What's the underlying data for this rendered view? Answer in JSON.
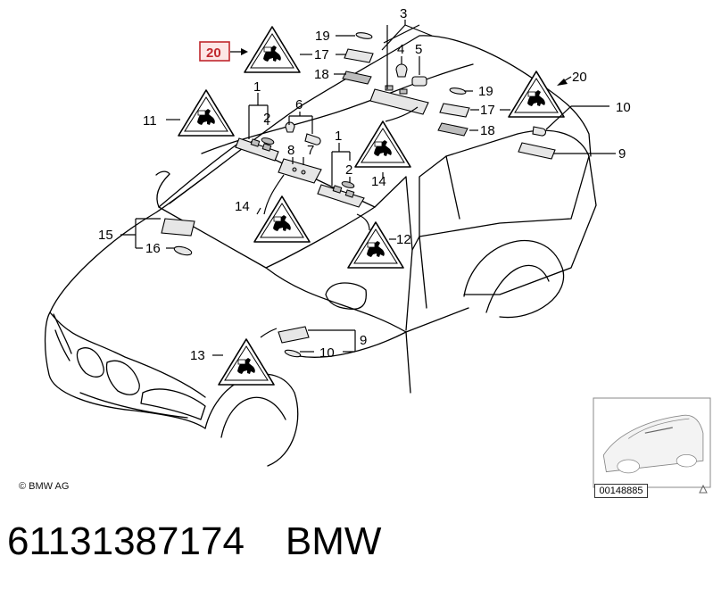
{
  "diagram": {
    "callouts": [
      {
        "id": "c1a",
        "text": "1"
      },
      {
        "id": "c1b",
        "text": "1"
      },
      {
        "id": "c2a",
        "text": "2"
      },
      {
        "id": "c2b",
        "text": "2"
      },
      {
        "id": "c3",
        "text": "3"
      },
      {
        "id": "c4",
        "text": "4"
      },
      {
        "id": "c5",
        "text": "5"
      },
      {
        "id": "c6",
        "text": "6"
      },
      {
        "id": "c7",
        "text": "7"
      },
      {
        "id": "c8",
        "text": "8"
      },
      {
        "id": "c9",
        "text": "9"
      },
      {
        "id": "c10",
        "text": "10"
      },
      {
        "id": "c11",
        "text": "11"
      },
      {
        "id": "c12",
        "text": "12"
      },
      {
        "id": "c13a",
        "text": "13"
      },
      {
        "id": "c13b",
        "text": "13"
      },
      {
        "id": "c13c",
        "text": "13"
      },
      {
        "id": "c14a",
        "text": "14"
      },
      {
        "id": "c14b",
        "text": "14"
      },
      {
        "id": "c15",
        "text": "15"
      },
      {
        "id": "c16",
        "text": "16"
      },
      {
        "id": "c17a",
        "text": "17"
      },
      {
        "id": "c17b",
        "text": "17"
      },
      {
        "id": "c18a",
        "text": "18"
      },
      {
        "id": "c18b",
        "text": "18"
      },
      {
        "id": "c19a",
        "text": "19"
      },
      {
        "id": "c19b",
        "text": "19"
      },
      {
        "id": "c20a",
        "text": "20"
      },
      {
        "id": "c20b",
        "text": "20"
      }
    ],
    "highlighted_callout": "20",
    "highlight_color": "#c0272d",
    "copyright": "© BMW AG",
    "thumbnail_code": "00148885"
  },
  "title": {
    "part_number": "61131387174",
    "brand": "BMW"
  }
}
